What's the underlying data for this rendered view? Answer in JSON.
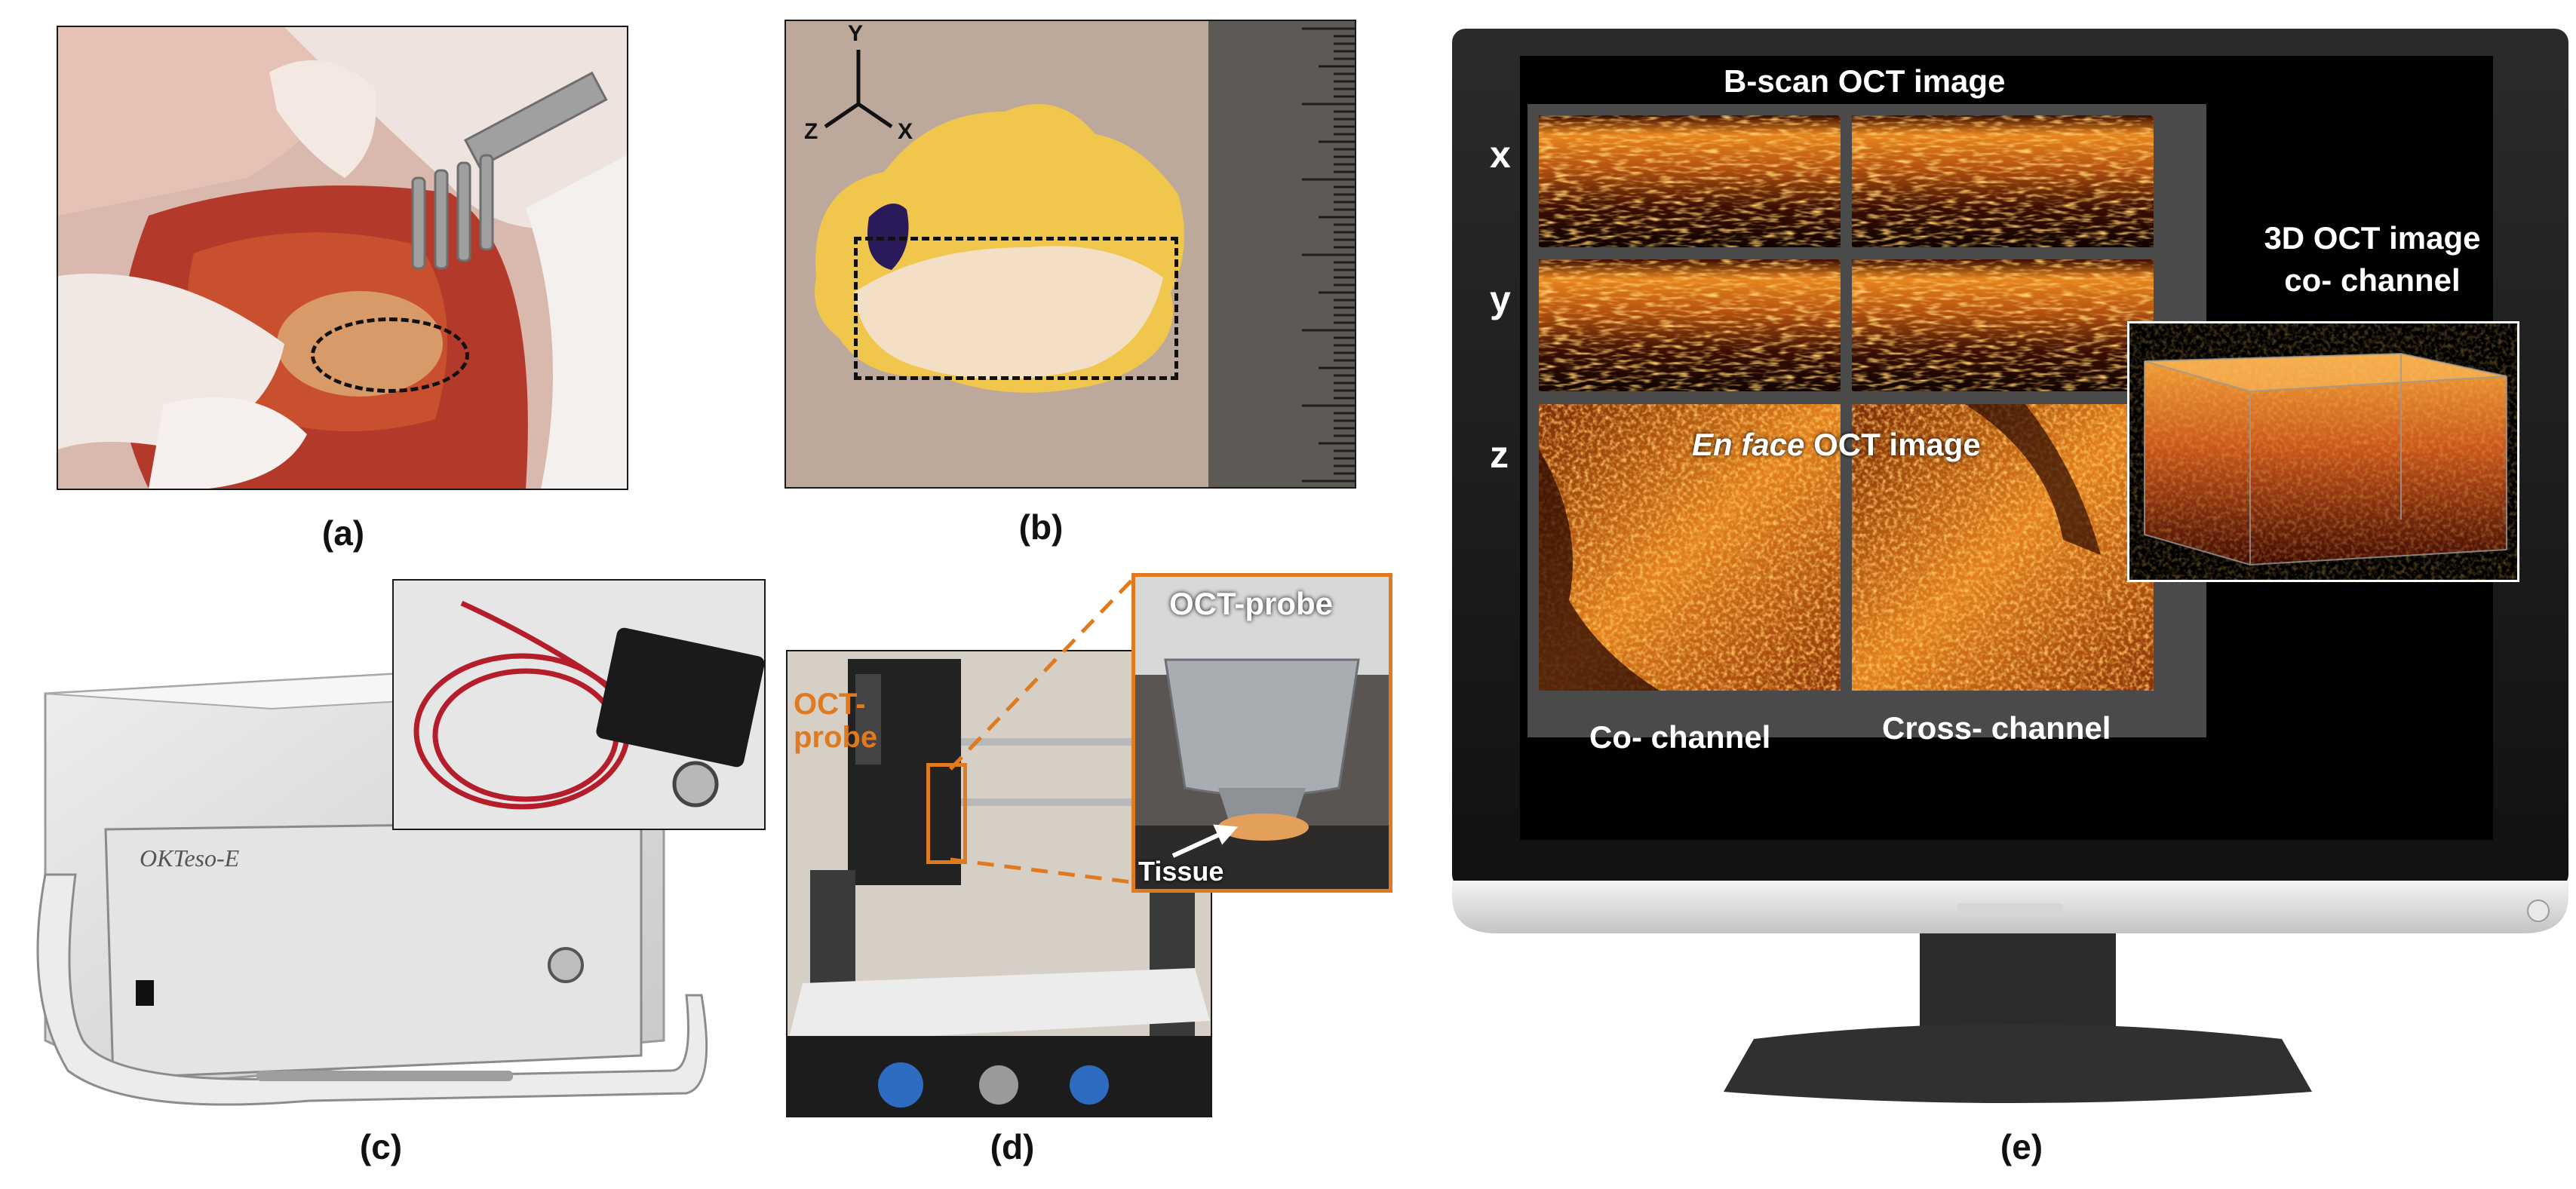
{
  "panels": {
    "a": {
      "caption": "(a)"
    },
    "b": {
      "caption": "(b)",
      "axes": {
        "y": "Y",
        "x": "X",
        "z": "Z"
      }
    },
    "c": {
      "caption": "(c)",
      "device_label": "OKTeso-E"
    },
    "d": {
      "caption": "(d)",
      "probe_label_line1": "OCT-",
      "probe_label_line2": "probe",
      "inset_title": "OCT-probe",
      "inset_tissue": "Tissue"
    },
    "e": {
      "caption": "(e)",
      "bscan_title": "B-scan OCT image",
      "row_labels": [
        "x",
        "y",
        "z"
      ],
      "enface_title_italic": "En face",
      "enface_title_rest": " OCT image",
      "col_labels": [
        "Co- channel",
        "Cross- channel"
      ],
      "oct3d_title_line1": "3D OCT image",
      "oct3d_title_line2": "co- channel"
    }
  },
  "colors": {
    "oct_bright": "#ffb347",
    "oct_dark": "#2a0800",
    "probe_orange": "#e07a1e"
  }
}
